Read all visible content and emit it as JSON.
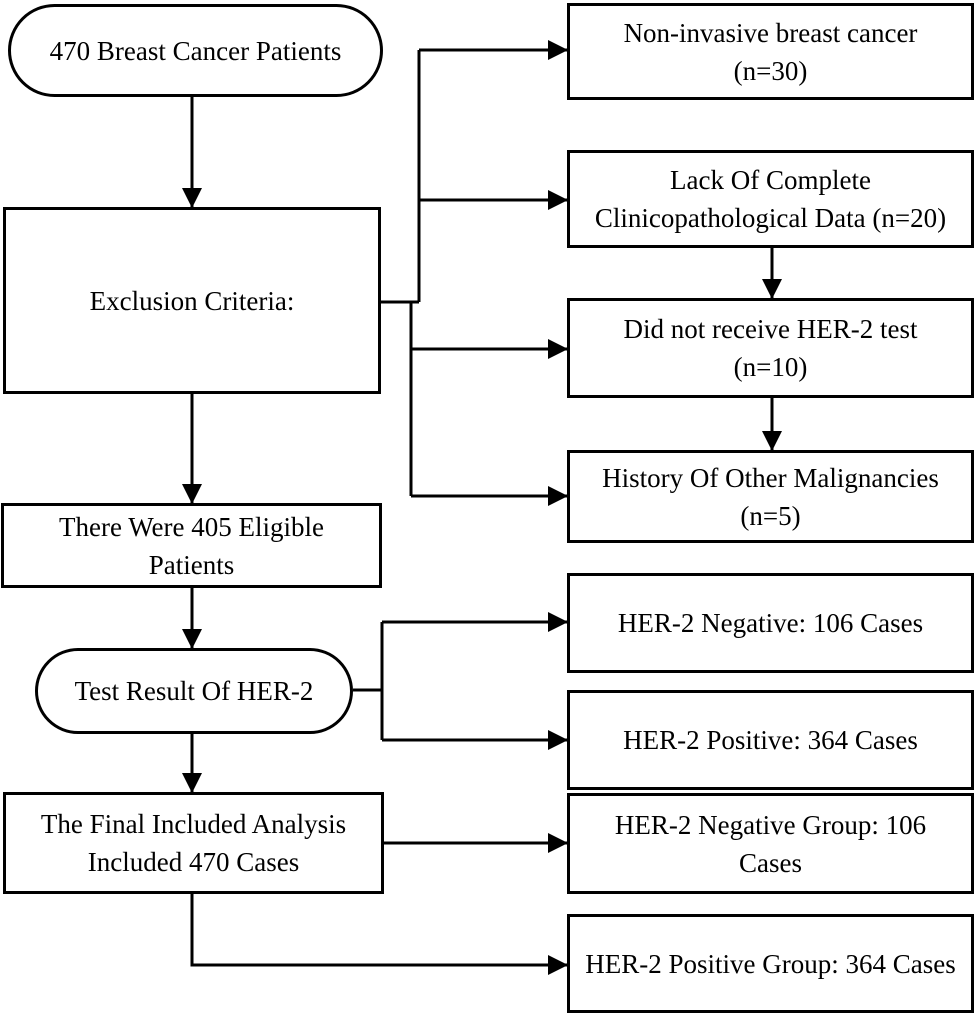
{
  "figure": {
    "type": "flowchart",
    "background": "#ffffff",
    "stroke_color": "#000000",
    "nodes": {
      "start": "470 Breast Cancer Patients",
      "exclusion": "Exclusion Criteria:",
      "noninvasive": "Non-invasive breast cancer\n(n=30)",
      "lack_data": "Lack Of Complete\nClinicopathological Data (n=20)",
      "no_test": "Did not receive HER-2 test\n(n=10)",
      "malignancies": "History Of Other Malignancies\n(n=5)",
      "eligible": "There Were 405 Eligible\nPatients",
      "test_result": "Test Result Of HER-2",
      "negative": "HER-2 Negative: 106 Cases",
      "positive": "HER-2 Positive: 364 Cases",
      "final": "The Final Included Analysis\nIncluded 470 Cases",
      "negative_group": "HER-2 Negative Group: 106\nCases",
      "positive_group": "HER-2 Positive Group: 364 Cases"
    }
  }
}
